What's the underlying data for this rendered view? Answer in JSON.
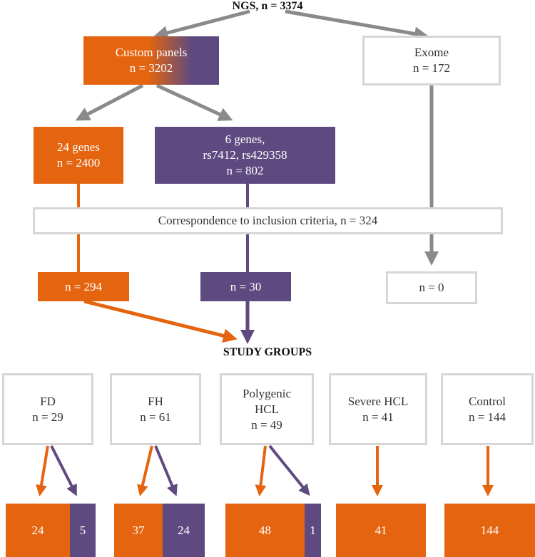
{
  "top_label": "NGS, n = 3374",
  "study_groups_label": "STUDY GROUPS",
  "boxes": {
    "custom_panels": [
      "Custom panels",
      "n = 3202"
    ],
    "exome": [
      "Exome",
      "n = 172"
    ],
    "genes24": [
      "24 genes",
      "n = 2400"
    ],
    "genes6": [
      "6 genes,",
      "rs7412, rs429358",
      "n = 802"
    ],
    "criteria": [
      "Correspondence to inclusion criteria, n = 324"
    ],
    "n294": [
      "n = 294"
    ],
    "n30": [
      "n = 30"
    ],
    "n0": [
      "n = 0"
    ],
    "fd": [
      "FD",
      "n = 29"
    ],
    "fh": [
      "FH",
      "n = 61"
    ],
    "polygenic": [
      "Polygenic",
      "HCL",
      "n = 49"
    ],
    "severe": [
      "Severe HCL",
      "n = 41"
    ],
    "control": [
      "Control",
      "n = 144"
    ]
  },
  "splits": {
    "fd": [
      {
        "value": "24",
        "color": "orange"
      },
      {
        "value": "5",
        "color": "purple"
      }
    ],
    "fh": [
      {
        "value": "37",
        "color": "orange"
      },
      {
        "value": "24",
        "color": "purple"
      }
    ],
    "polygenic": [
      {
        "value": "48",
        "color": "orange"
      },
      {
        "value": "1",
        "color": "purple"
      }
    ],
    "severe": [
      {
        "value": "41",
        "color": "orange"
      }
    ],
    "control": [
      {
        "value": "144",
        "color": "orange"
      }
    ]
  },
  "colors": {
    "orange": "#e4640f",
    "purple": "#5e4a80",
    "gray": "#8a8a8a",
    "border": "#d6d6d6"
  }
}
